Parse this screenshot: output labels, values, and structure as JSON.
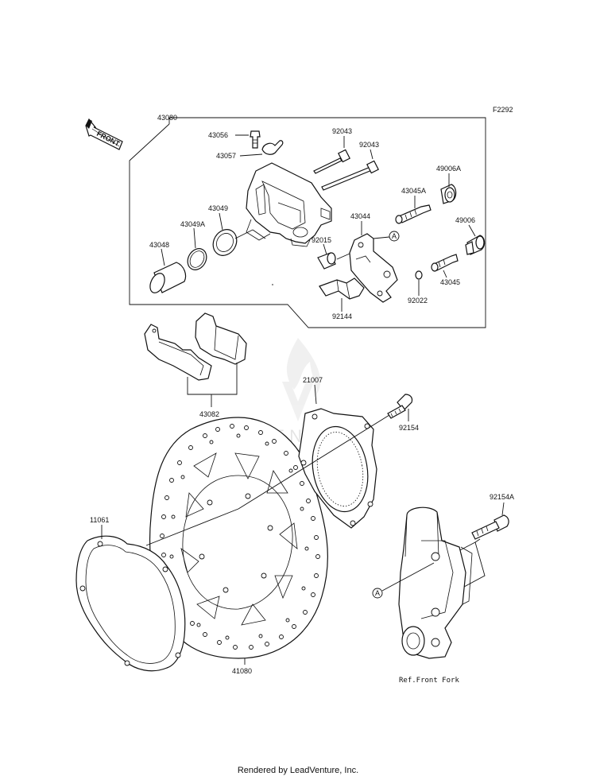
{
  "figure_code": "F2292",
  "front_arrow_label": "FRONT",
  "ref_front_fork": "Ref.Front Fork",
  "footer": "Rendered by LeadVenture, Inc.",
  "watermark": "ADVENTURE",
  "ref_marker": "A",
  "parts": {
    "caliper_assy": "43080",
    "bleeder_valve": "43056",
    "bleeder_cap": "43057",
    "bolt_a": "92043",
    "bolt_b": "92043",
    "boot_a": "49006A",
    "pin_a": "43045A",
    "holder": "43044",
    "seal_piston": "43049",
    "seal_dust": "43049A",
    "piston": "43048",
    "bushing": "92015",
    "boot": "49006",
    "pin": "43045",
    "circlip": "92022",
    "spring": "92144",
    "pad_assy": "43082",
    "rotor": "41080",
    "abs_ring": "21007",
    "rotor_bolt": "92154",
    "caliper_bolt": "92154A",
    "gasket": "11061"
  }
}
